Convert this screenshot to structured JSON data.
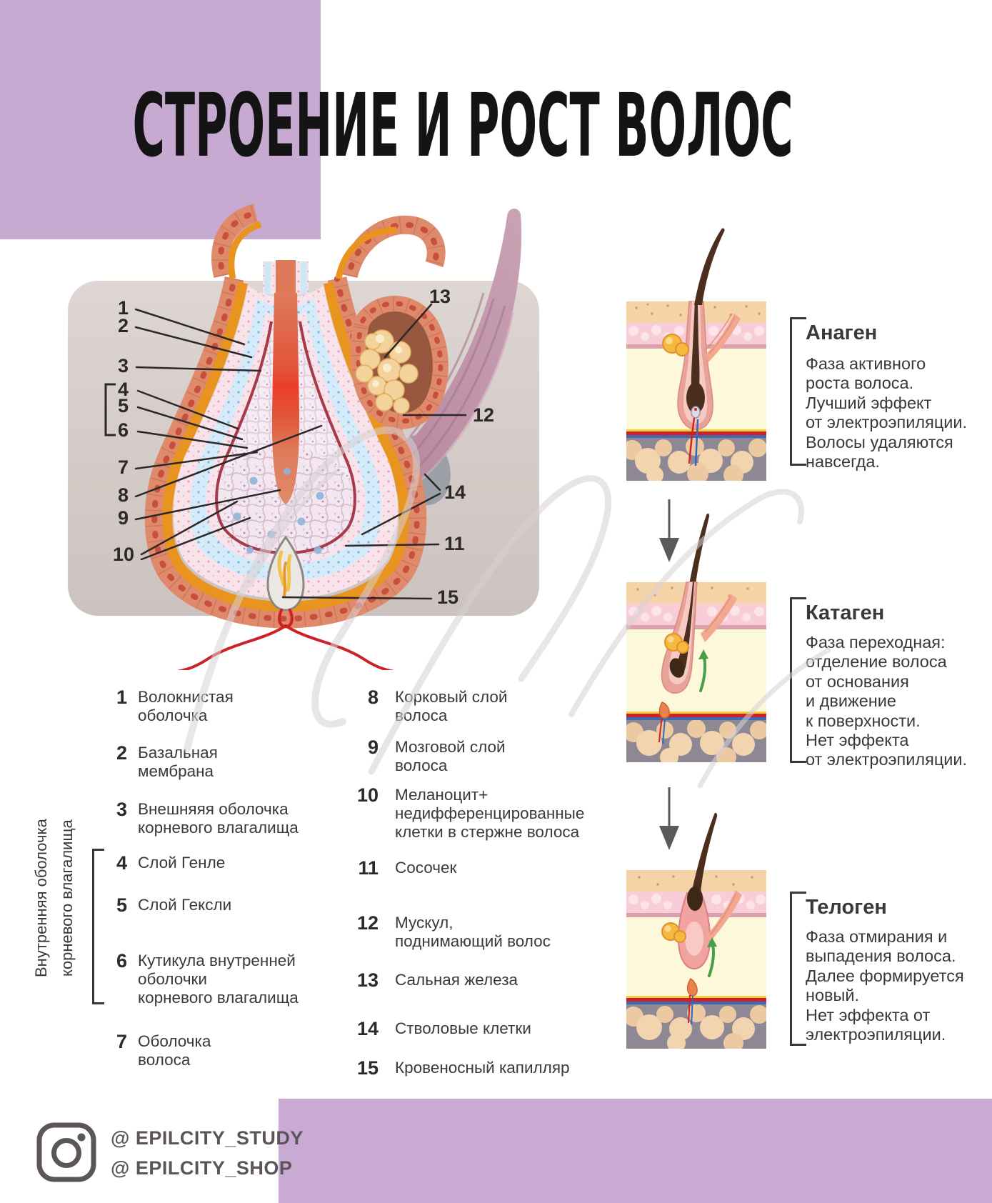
{
  "title": "СТРОЕНИЕ И РОСТ ВОЛОС",
  "colors": {
    "accent_lavender": "#c7aad2",
    "title_black": "#141414",
    "body_text": "#3b3838",
    "footer_gray": "#5b555b",
    "follicle_orange": "#e8941f",
    "capillary_red": "#cc2127",
    "growth_arrow_green": "#43a047"
  },
  "diagram": {
    "labels": [
      "1",
      "2",
      "3",
      "4",
      "5",
      "6",
      "7",
      "8",
      "9",
      "10",
      "11",
      "12",
      "13",
      "14",
      "15"
    ]
  },
  "legend": {
    "left": [
      {
        "num": "1",
        "text": "Волокнистая\nоболочка"
      },
      {
        "num": "2",
        "text": "Базальная\nмембрана"
      },
      {
        "num": "3",
        "text": "Внешняяя оболочка\nкорневого влагалища"
      },
      {
        "num": "4",
        "text": "Слой Генле"
      },
      {
        "num": "5",
        "text": "Слой Гексли"
      },
      {
        "num": "6",
        "text": "Кутикула внутренней\nоболочки\nкорневого влагалища"
      },
      {
        "num": "7",
        "text": "Оболочка\nволоса"
      }
    ],
    "right": [
      {
        "num": "8",
        "text": "Корковый слой\nволоса"
      },
      {
        "num": "9",
        "text": "Мозговой слой\nволоса"
      },
      {
        "num": "10",
        "text": "Меланоцит+\nнедифференцированные\nклетки в стержне волоса"
      },
      {
        "num": "11",
        "text": "Сосочек"
      },
      {
        "num": "12",
        "text": "Мускул,\nподнимающий волос"
      },
      {
        "num": "13",
        "text": "Сальная железа"
      },
      {
        "num": "14",
        "text": "Стволовые клетки"
      },
      {
        "num": "15",
        "text": "Кровеносный капилляр"
      }
    ],
    "side_note": {
      "line1": "Внутренняя оболочка",
      "line2": "корневого влагалища"
    }
  },
  "phases": [
    {
      "name": "Анаген",
      "description": "Фаза активного\nроста волоса.\nЛучший эффект\nот электроэпиляции.\nВолосы удаляются\nнавсегда."
    },
    {
      "name": "Катаген",
      "description": "Фаза переходная:\nотделение волоса\nот основания\nи движение\nк поверхности.\nНет эффекта\nот электроэпиляции."
    },
    {
      "name": "Телоген",
      "description": "Фаза отмирания и\nвыпадения волоса.\nДалее формируется\nновый.\nНет эффекта от\nэлектроэпиляции."
    }
  ],
  "footer": {
    "handle1": "@ EPILCITY_STUDY",
    "handle2": "@ EPILCITY_SHOP"
  }
}
